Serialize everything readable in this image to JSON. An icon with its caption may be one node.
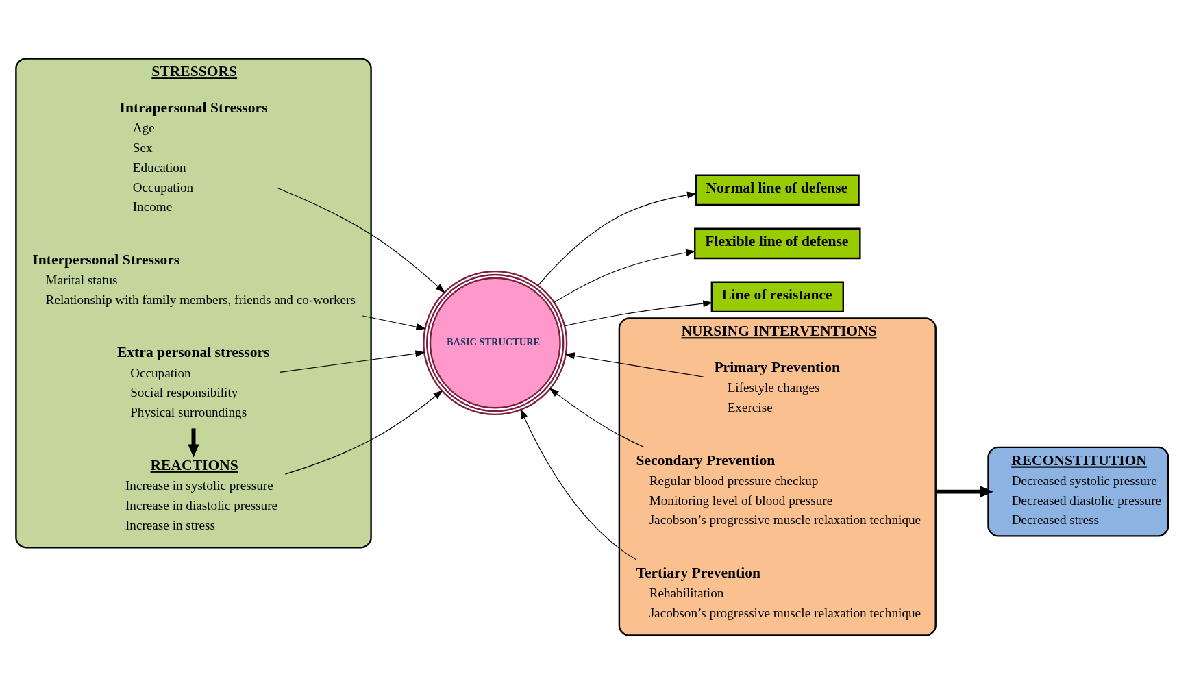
{
  "diagram": {
    "nodes": [
      {
        "text": [
          "STRESSORS"
        ]
      },
      {
        "text": [
          "Intrapersonal Stressors",
          "Age",
          "Sex",
          "Education",
          "Occupation",
          "Income"
        ],
        "in": 0
      },
      {
        "text": [
          "Interpersonal Stressors",
          "Marital status",
          "Relationship with family members, friends and co-workers"
        ],
        "in": 0
      },
      {
        "text": [
          "Extra personal stressors",
          "Occupation",
          "Social responsibility",
          "Physical surroundings"
        ],
        "in": 0
      },
      {
        "text": [
          "REACTIONS",
          "Increase in systolic pressure",
          "Increase in diastolic pressure",
          "Increase in stress"
        ],
        "in": 0
      },
      {
        "text": [
          "BASIC STRUCTURE"
        ]
      },
      {
        "text": [
          "Normal line of defense"
        ]
      },
      {
        "text": [
          "Flexible line of defense"
        ]
      },
      {
        "text": [
          "Line of resistance"
        ]
      },
      {
        "text": [
          "NURSING INTERVENTIONS"
        ]
      },
      {
        "text": [
          "Primary Prevention",
          "Lifestyle changes",
          "Exercise"
        ],
        "in": 9
      },
      {
        "text": [
          "Secondary Prevention",
          "Regular blood pressure checkup",
          "Monitoring level of blood pressure",
          "Jacobson’s progressive muscle relaxation technique"
        ],
        "in": 9
      },
      {
        "text": [
          "Tertiary Prevention",
          "Rehabilitation",
          "Jacobson’s progressive muscle relaxation technique"
        ],
        "in": 9
      },
      {
        "text": [
          "RECONSTITUTION",
          "Decreased systolic pressure",
          "Decreased diastolic pressure",
          "Decreased stress"
        ]
      }
    ],
    "edges": [
      {
        "from": 1,
        "to": 5,
        "arrow": "to"
      },
      {
        "from": 2,
        "to": 5,
        "arrow": "to"
      },
      {
        "from": 3,
        "to": 5,
        "arrow": "to"
      },
      {
        "from": 3,
        "to": 4,
        "arrow": "to",
        "style": "thick"
      },
      {
        "from": 4,
        "to": 5,
        "arrow": "to"
      },
      {
        "from": 5,
        "to": 6,
        "arrow": "to"
      },
      {
        "from": 5,
        "to": 8,
        "arrow": "to"
      },
      {
        "from": 5,
        "to": 7,
        "arrow": "to"
      },
      {
        "from": 10,
        "to": 5,
        "arrow": "to"
      },
      {
        "from": 11,
        "to": 5,
        "arrow": "to"
      },
      {
        "from": 12,
        "to": 5,
        "arrow": "to"
      },
      {
        "from": 9,
        "to": 13,
        "arrow": "to",
        "style": "thick"
      }
    ]
  }
}
